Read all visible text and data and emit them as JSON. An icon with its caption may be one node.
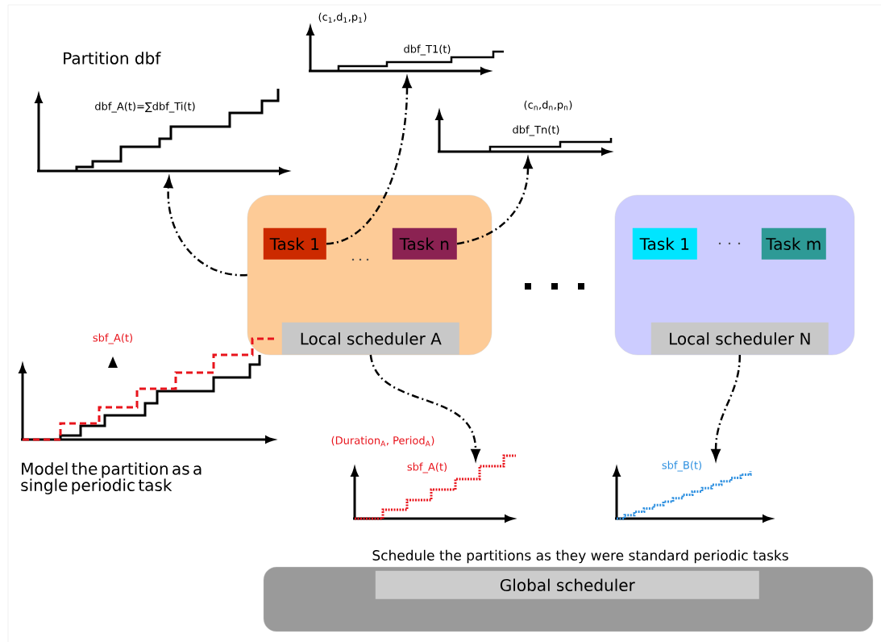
{
  "diagram": {
    "nodes": [
      {
        "text": [],
        "shape": "box"
      },
      {
        "text": [
          "Task 1"
        ],
        "in": 0
      },
      {
        "text": [
          "Task n"
        ],
        "in": 0
      },
      {
        "text": [
          "Local scheduler A"
        ],
        "in": 0
      },
      {
        "text": [],
        "shape": "box"
      },
      {
        "text": [
          "Task 1"
        ],
        "in": 4
      },
      {
        "text": [
          "Task m"
        ],
        "in": 4
      },
      {
        "text": [
          "Local scheduler N"
        ],
        "in": 4
      },
      {
        "text": [],
        "shape": "box"
      },
      {
        "text": [
          "Global scheduler"
        ],
        "in": 8
      },
      {
        "text": [
          "Partition dbf",
          "dbf_A(t)=∑dbf_Ti(t)"
        ]
      },
      {
        "text": [
          "(c$_{1}$,d$_{1}$,p$_{1}$)",
          "dbf_T1(t)"
        ]
      },
      {
        "text": [
          "(c$_{n}$,d$_{n}$,p$_{n}$)",
          "dbf_Tn(t)"
        ]
      },
      {
        "text": [
          "sbf_A(t)",
          "Model the partition as a single periodic task"
        ]
      },
      {
        "text": [],
        "shape": "chart"
      },
      {
        "text": [],
        "shape": "chart"
      }
    ],
    "edges": [
      {
        "from": 0,
        "to": 10,
        "arrow": "to",
        "style": "dashed"
      },
      {
        "from": 1,
        "to": 11,
        "arrow": "to",
        "style": "dashed"
      },
      {
        "from": 2,
        "to": 12,
        "arrow": "to",
        "style": "dashed"
      },
      {
        "from": 3,
        "to": 14,
        "arrow": "to",
        "style": "dashed"
      },
      {
        "from": 7,
        "to": 15,
        "arrow": "to",
        "style": "dashed"
      }
    ],
    "labels": [
      "(Duration$_{A}$, Period$_{A}$)",
      "sbf_A(t)",
      "sbf_B(t)",
      "Schedule the partitions as they were standard periodic tasks"
    ]
  }
}
